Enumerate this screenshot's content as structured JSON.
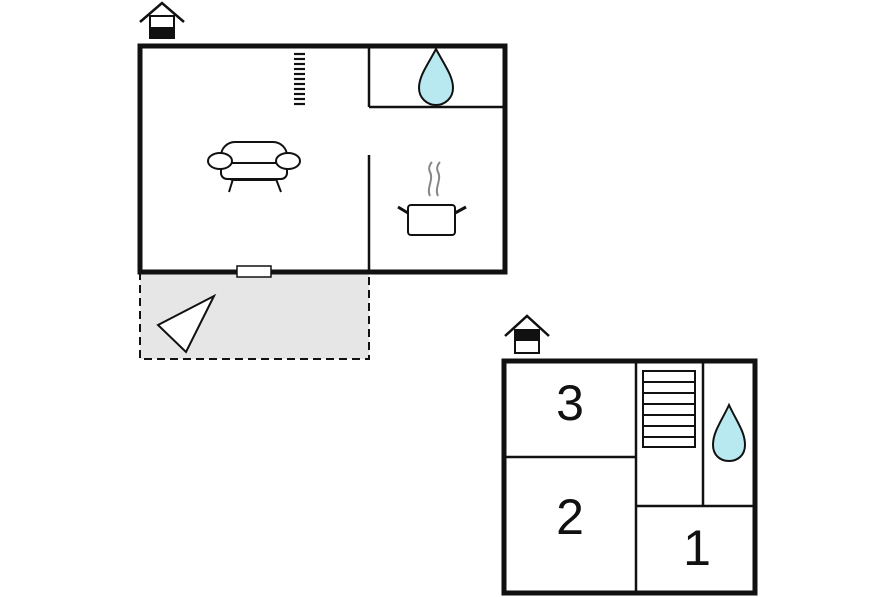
{
  "floorplan": {
    "ground_floor": {
      "level_icon": "house-ground-floor-icon",
      "rooms": [
        "living-room",
        "bathroom",
        "kitchen"
      ],
      "terrace": {
        "fill": "#e6e6e6"
      },
      "icons": [
        "sofa-icon",
        "water-drop-icon",
        "cooking-pot-icon",
        "stairs-icon",
        "door-icon",
        "sun-lounger-icon"
      ]
    },
    "upper_floor": {
      "level_icon": "house-upper-floor-icon",
      "rooms": [
        {
          "id": "bedroom-3",
          "number": "3"
        },
        {
          "id": "bedroom-2",
          "number": "2"
        },
        {
          "id": "bedroom-1",
          "number": "1"
        }
      ],
      "icons": [
        "stairs-icon",
        "water-drop-icon"
      ]
    },
    "colors": {
      "wall": "#111111",
      "water": "#b8e8f0",
      "terrace": "#e6e6e6",
      "steam": "#888888"
    }
  }
}
